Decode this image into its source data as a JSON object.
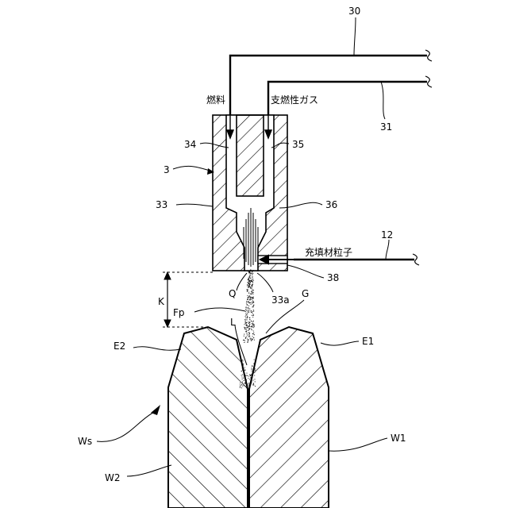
{
  "labels": {
    "pipe_fuel": "30",
    "pipe_oxidizer": "31",
    "pipe_powder": "12",
    "fuel": "燃料",
    "oxidizer": "支燃性ガス",
    "filler_particles": "充填材粒子",
    "fuel_channel": "34",
    "oxidizer_channel": "35",
    "torch": "3",
    "torch_body": "33",
    "mixing_chamber": "36",
    "powder_port": "38",
    "outlet": "33a",
    "flame": "Q",
    "distance": "K",
    "flow": "Fp",
    "groove": "G",
    "deposit": "L",
    "edge_left": "E2",
    "edge_right": "E1",
    "workpiece": "Ws",
    "work_left": "W2",
    "work_right": "W1"
  },
  "colors": {
    "line": "#000000",
    "background": "#ffffff"
  }
}
